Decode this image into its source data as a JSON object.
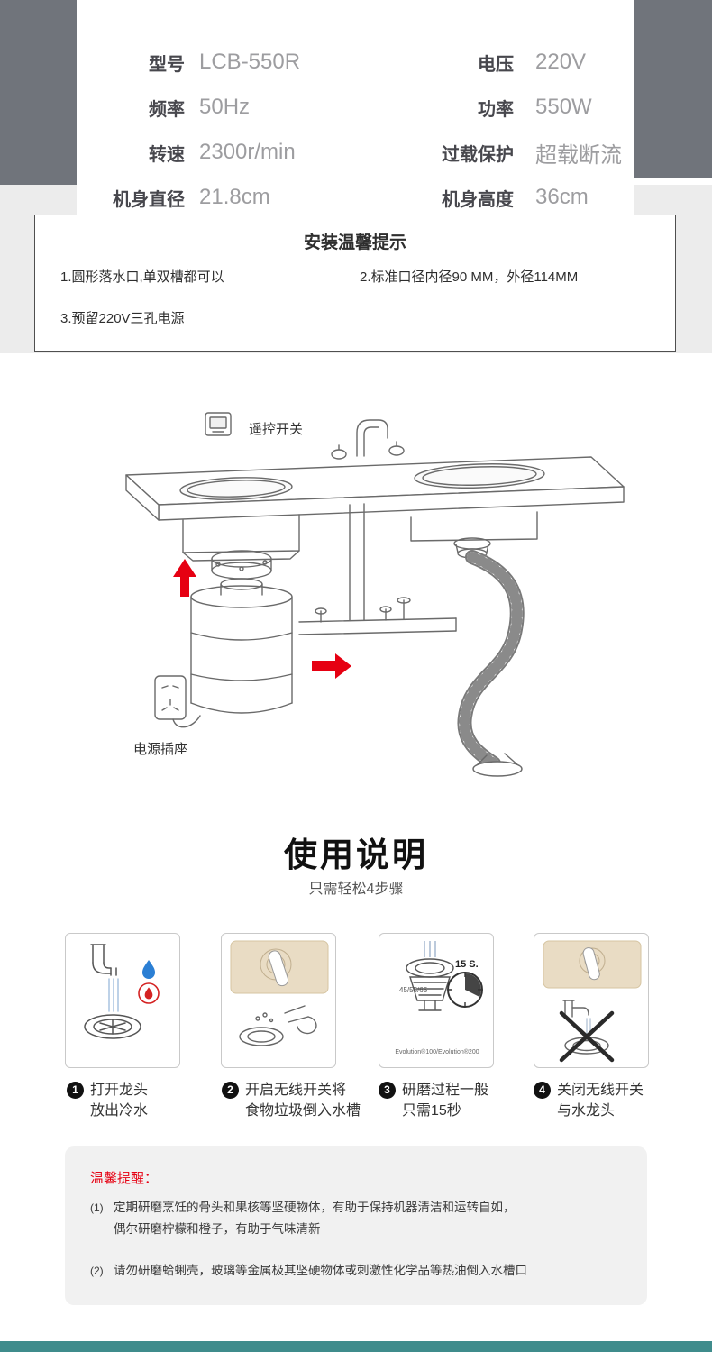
{
  "specs": {
    "rows": [
      {
        "left_label": "型号",
        "left_value": "LCB-550R",
        "right_label": "电压",
        "right_value": "220V"
      },
      {
        "left_label": "频率",
        "left_value": "50Hz",
        "right_label": "功率",
        "right_value": "550W"
      },
      {
        "left_label": "转速",
        "left_value": "2300r/min",
        "right_label": "过载保护",
        "right_value": "超载断流"
      },
      {
        "left_label": "机身直径",
        "left_value": "21.8cm",
        "right_label": "机身高度",
        "right_value": "36cm"
      }
    ]
  },
  "install_tips": {
    "title": "安装温馨提示",
    "items": [
      "1.圆形落水口,单双槽都可以",
      "2.标准口径内径90 MM，外径114MM",
      "3.预留220V三孔电源"
    ]
  },
  "diagram": {
    "remote_label": "遥控开关",
    "outlet_label": "电源插座"
  },
  "usage": {
    "title": "使用说明",
    "subtitle": "只需轻松4步骤",
    "steps": [
      {
        "num": "1",
        "line1": "打开龙头",
        "line2": "放出冷水"
      },
      {
        "num": "2",
        "line1": "开启无线开关将",
        "line2": "食物垃圾倒入水槽"
      },
      {
        "num": "3",
        "line1": "研磨过程一般",
        "line2": "只需15秒"
      },
      {
        "num": "4",
        "line1": "关闭无线开关",
        "line2": "与水龙头"
      }
    ],
    "step3_clock": "15 S.",
    "step3_models": "45/55/65",
    "step3_sub": "Evolution®100/Evolution®200"
  },
  "reminder": {
    "title": "温馨提醒：",
    "items": [
      {
        "num": "(1)",
        "text": "定期研磨烹饪的骨头和果核等坚硬物体，有助于保持机器清洁和运转自如，\n偶尔研磨柠檬和橙子，有助于气味清新"
      },
      {
        "num": "(2)",
        "text": "请勿研磨蛤蜊壳，玻璃等金属极其坚硬物体或刺激性化学品等热油倒入水槽口"
      }
    ]
  },
  "colors": {
    "hero_dark_gray": "#70747b",
    "band_gray": "#ececec",
    "accent_red": "#e60012",
    "panel_beige": "#e9dcc4",
    "footer_teal": "#3f8c8c"
  }
}
